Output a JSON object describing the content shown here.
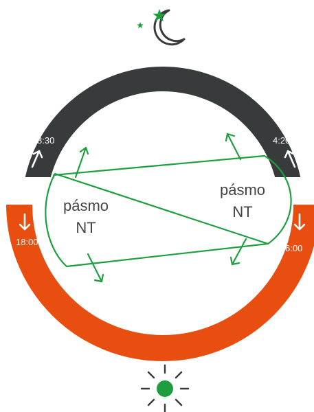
{
  "colors": {
    "night_band": "#383b3c",
    "day_band": "#e84e0f",
    "green": "#1e9e3e",
    "icon_gray": "#3a3a3a",
    "white": "#ffffff",
    "text": "#444444"
  },
  "icons": {
    "top": [
      "moon-icon",
      "star-icon"
    ],
    "bottom": [
      "sun-icon"
    ]
  },
  "times": {
    "night_left": "8:30",
    "night_right": "4:20",
    "day_left": "18:00",
    "day_right": "6:00"
  },
  "zones": {
    "left_line1": "pásmo",
    "left_line2": "NT",
    "right_line1": "pásmo",
    "right_line2": "NT"
  }
}
